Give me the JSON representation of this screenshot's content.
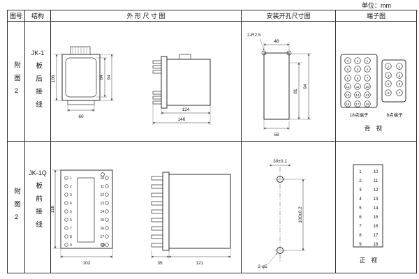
{
  "unit_label": "单位：mm",
  "headers": {
    "fig_no": "图号",
    "structure": "结构",
    "outline": "外 形 尺 寸 图",
    "mounting": "安装开孔尺寸图",
    "terminal": "端子图"
  },
  "row1": {
    "fig_no": "附图2",
    "model": "JK-1",
    "wiring": "板后接线",
    "outline": {
      "d106": "106",
      "d84": "84",
      "d94": "94",
      "d60": "60",
      "d124": "124",
      "d146": "146"
    },
    "mounting": {
      "note": "2-R2.5",
      "d48": "48",
      "d81": "81",
      "d94": "94",
      "d56": "56"
    },
    "terminal": {
      "grid18": [
        "3",
        "2",
        "1",
        "6",
        "5",
        "4",
        "9",
        "8",
        "7",
        "12",
        "11",
        "10",
        "15",
        "14",
        "13",
        "18",
        "17",
        "16"
      ],
      "grid8": [
        "2",
        "1",
        "4",
        "3",
        "6",
        "5",
        "8",
        "7"
      ],
      "label18": "18点端子",
      "label8": "8点端子",
      "view": "背 视"
    }
  },
  "row2": {
    "fig_no": "附图2",
    "model": "JK-1Q",
    "wiring": "板前接线",
    "outline": {
      "d118": "118",
      "d102": "102",
      "d35": "35",
      "d121": "121"
    },
    "mounting": {
      "d30": "30±0.1",
      "d100": "100±0.2",
      "holes": "2-φ5"
    },
    "terminal": {
      "left": [
        "1",
        "2",
        "3",
        "4",
        "5",
        "6",
        "7",
        "8",
        "9"
      ],
      "right": [
        "10",
        "11",
        "12",
        "13",
        "14",
        "15",
        "16",
        "17",
        "18"
      ],
      "view": "正 视"
    }
  }
}
